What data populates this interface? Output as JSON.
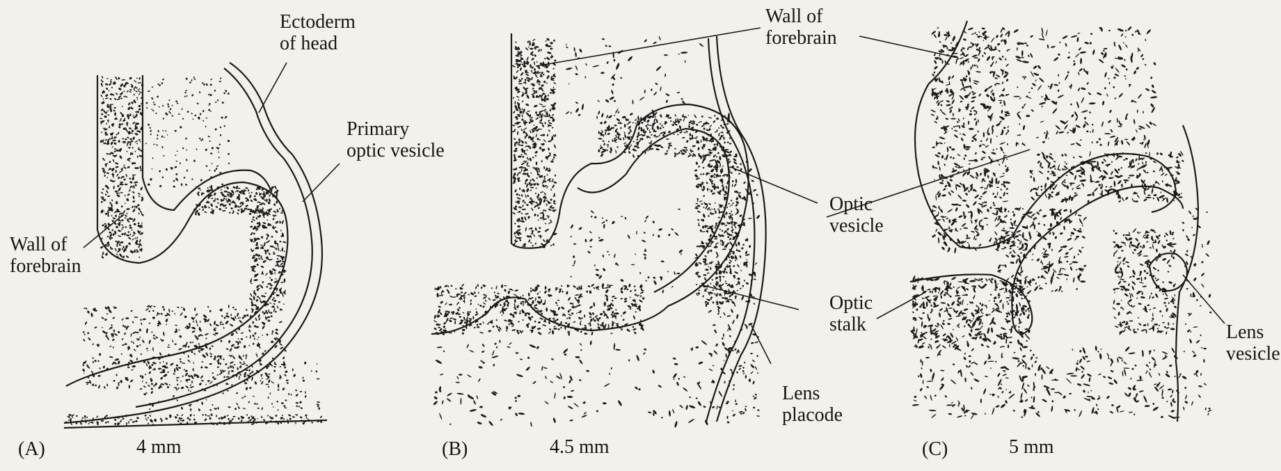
{
  "figure": {
    "panels": [
      {
        "id": "A",
        "tag": "(A)",
        "scale": "4 mm",
        "labels": {
          "ectoderm": "Ectoderm\nof head",
          "optic_vesicle": "Primary\noptic vesicle",
          "forebrain": "Wall of\nforebrain"
        }
      },
      {
        "id": "B",
        "tag": "(B)",
        "scale": "4.5 mm",
        "labels": {
          "forebrain": "Wall of\nforebrain",
          "optic_vesicle": "Optic\nvesicle",
          "optic_stalk": "Optic\nstalk",
          "lens_placode": "Lens\nplacode"
        }
      },
      {
        "id": "C",
        "tag": "(C)",
        "scale": "5 mm",
        "labels": {
          "lens_vesicle": "Lens\nvesicle"
        }
      }
    ]
  },
  "colors": {
    "paper": "#f4f1ec",
    "ink": "#1a1a1a"
  }
}
